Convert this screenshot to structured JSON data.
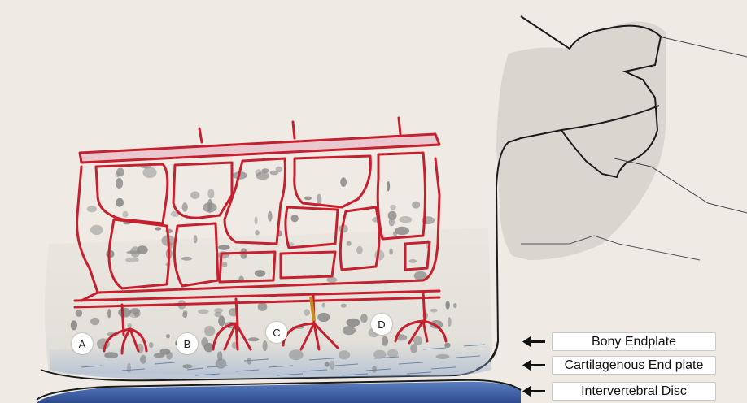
{
  "markers": [
    "A",
    "B",
    "C",
    "D"
  ],
  "labels": {
    "bony_endplate": "Bony Endplate",
    "cartilagenous_end_plate": "Cartilagenous End plate",
    "intervertebral_disc": "Intervertebral Disc"
  },
  "colors": {
    "paper": "#efebe4",
    "vessel": "#c61f2e",
    "disc": "#3f5fa6",
    "outline": "#1a1a1a",
    "cartilage_hatch": "#5c7fa8",
    "label_box": "#ffffff"
  }
}
